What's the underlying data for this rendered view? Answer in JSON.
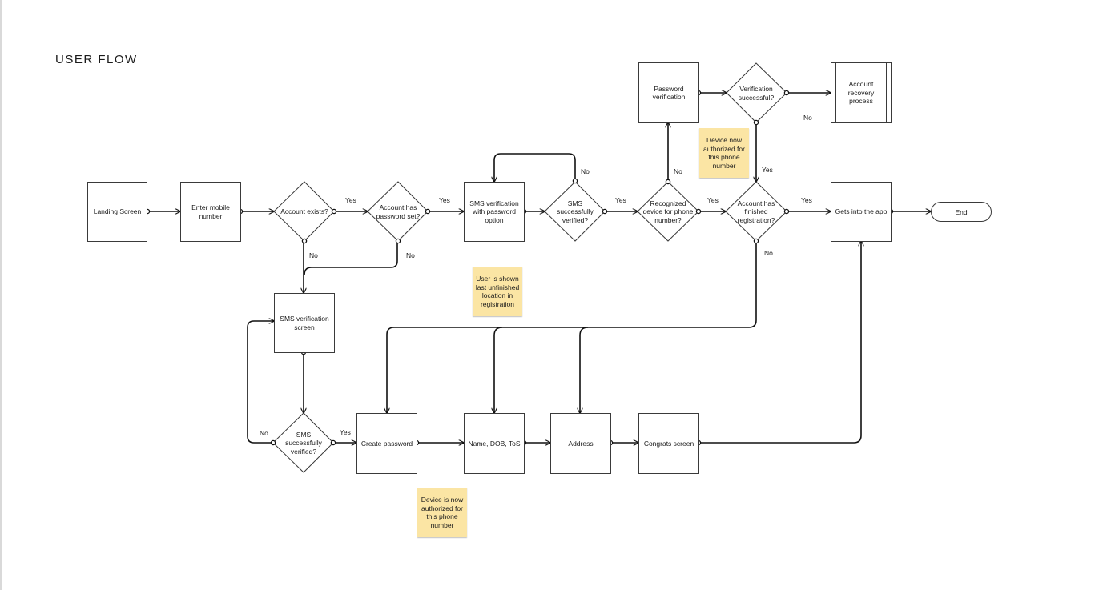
{
  "title": "USER FLOW",
  "nodes": {
    "landing": "Landing Screen",
    "enter_mobile": "Enter mobile number",
    "account_exists": "Account exists?",
    "has_password": "Account has password set?",
    "sms_pw_option": "SMS verification with password option",
    "sms_verified_top": "SMS successfully verified?",
    "recognized_device": "Recognized device for phone number?",
    "finished_registration": "Account has finished registration?",
    "gets_into_app": "Gets into the app",
    "end": "End",
    "password_verification": "Password verification",
    "verification_successful": "Verification successful?",
    "account_recovery": "Account recovery process",
    "sms_screen": "SMS verification screen",
    "sms_verified_bottom": "SMS successfully verified?",
    "create_password": "Create password",
    "name_dob_tos": "Name, DOB, ToS",
    "address": "Address",
    "congrats": "Congrats screen"
  },
  "edge_labels": {
    "yes": "Yes",
    "no": "No"
  },
  "notes": {
    "device_authorized_top": "Device now authorized for this phone number",
    "last_unfinished": "User is shown last unfinished location in registration",
    "device_authorized_bottom": "Device is now authorized for this phone number"
  }
}
